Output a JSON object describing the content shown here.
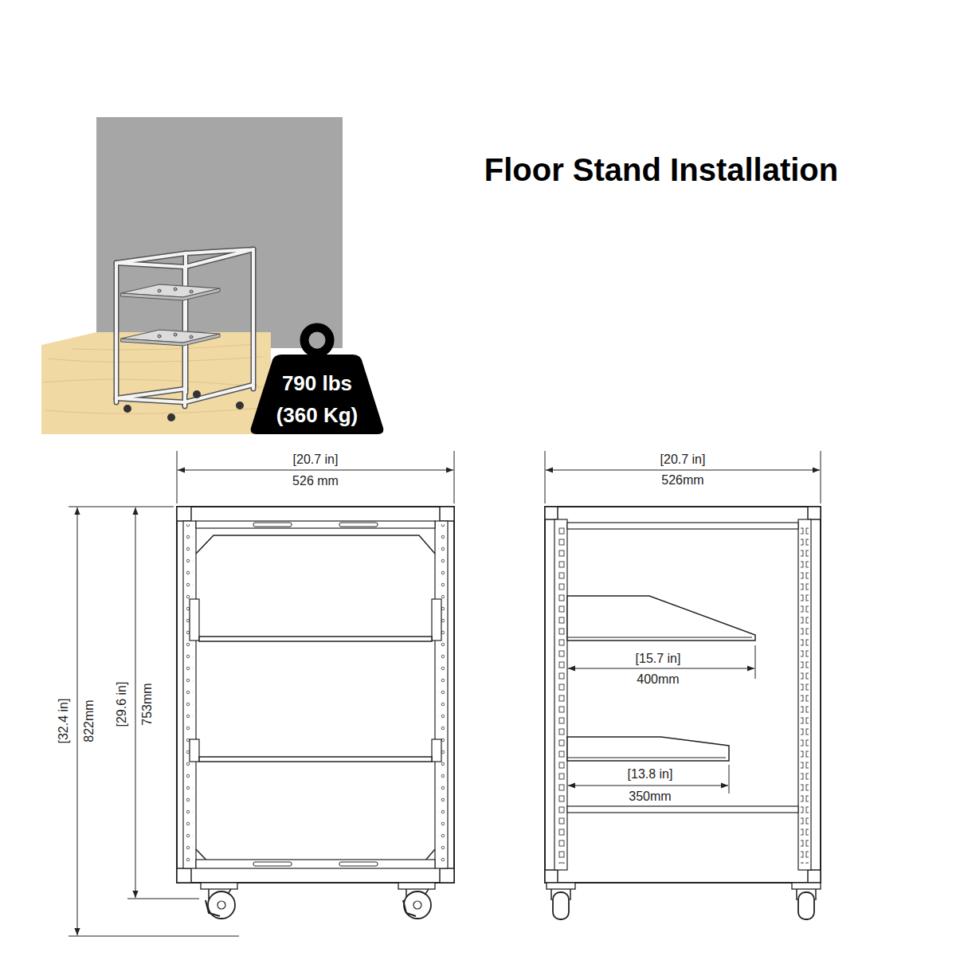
{
  "diagram": {
    "title": "Floor Stand Installation",
    "nodes": [
      {
        "text": [
          "790 lbs (360 Kg)"
        ]
      }
    ],
    "labels": [
      "[20.7 in]",
      "526 mm",
      "[20.7 in]",
      "526mm",
      "[32.4 in]",
      "822mm",
      "[29.6 in]",
      "753mm",
      "[15.7 in]",
      "400mm",
      "[13.8 in]",
      "350mm"
    ]
  }
}
